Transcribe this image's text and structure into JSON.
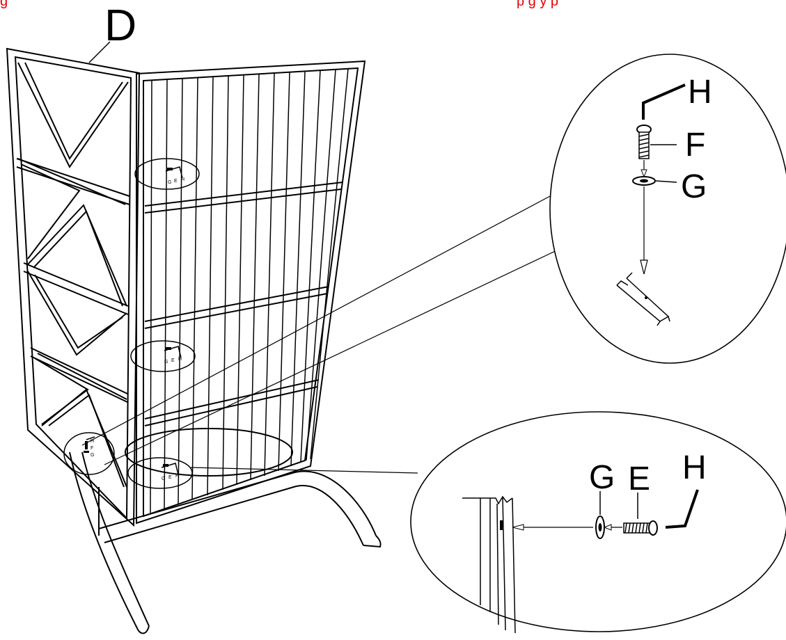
{
  "banner": {
    "left": "g",
    "right": "p        g              y     p"
  },
  "labels": {
    "part_d": "D",
    "top_h": "H",
    "top_f": "F",
    "top_g": "G",
    "bottom_g": "G",
    "bottom_e": "E",
    "bottom_h": "H"
  },
  "callouts": {
    "top": {
      "g": "G",
      "e": "E",
      "h": "H"
    },
    "middle": {
      "g": "G",
      "e": "E",
      "h": "H"
    },
    "bottom": {
      "g": "G",
      "e": "E",
      "h": "H"
    },
    "side": {
      "h": "H",
      "f": "F",
      "g": "G"
    }
  },
  "colors": {
    "line": "#000000",
    "banner": "#e60000",
    "background": "#ffffff"
  }
}
